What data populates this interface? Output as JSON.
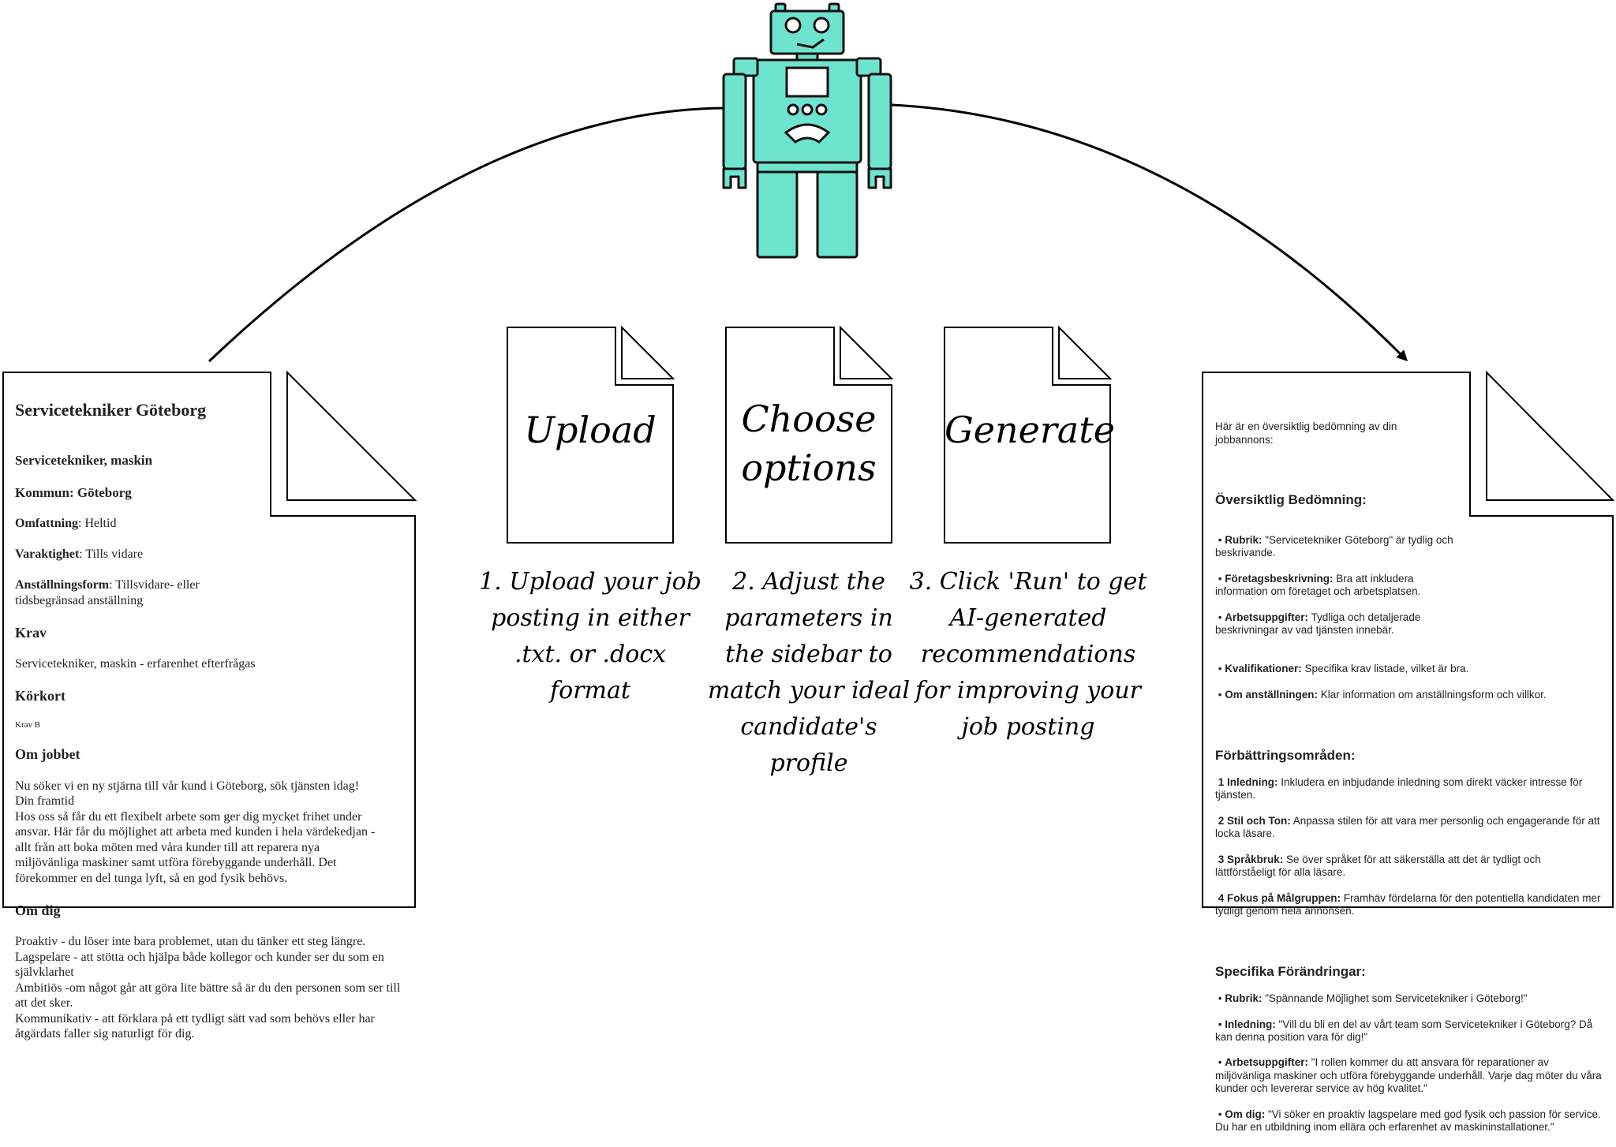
{
  "colors": {
    "robot": "#6EE3CE",
    "stroke": "#000000",
    "paper": "#ffffff"
  },
  "left_doc": {
    "title": "Servicetekniker Göteborg",
    "job_title": "Servicetekniker, maskin",
    "kommun": "Kommun: Göteborg",
    "omfattning_label": "Omfattning",
    "omfattning_value": ": Heltid",
    "varaktighet_label": "Varaktighet",
    "varaktighet_value": ": Tills vidare",
    "anstallningsform_label": "Anställningsform",
    "anstallningsform_value": ": Tillsvidare- eller tidsbegränsad anställning",
    "krav_heading": "Krav",
    "krav_text": "Servicetekniker, maskin -  erfarenhet efterfrågas",
    "korkort_heading": "Körkort",
    "korkort_text": "Krav  B",
    "om_jobbet_heading": "Om jobbet",
    "om_jobbet_text": "Nu söker vi en ny stjärna till vår kund i Göteborg, sök tjänsten idag!\nDin framtid\nHos oss så får du ett flexibelt arbete som ger dig mycket frihet under ansvar. Här får du möjlighet att arbeta med kunden i hela värdekedjan - allt från att boka möten med våra kunder till att reparera nya miljövänliga maskiner samt utföra förebyggande underhåll. Det förekommer en del tunga lyft, så en god fysik behövs.",
    "om_dig_heading": "Om dig",
    "om_dig_text": "Proaktiv - du löser inte bara problemet, utan du tänker ett steg längre.\nLagspelare - att stötta och hjälpa både kollegor och kunder ser du som en självklarhet\nAmbitiös -om något går att göra lite bättre så är du den personen som ser till att det sker.\nKommunikativ - att förklara på ett tydligt sätt vad som behövs eller har åtgärdats faller sig naturligt för dig."
  },
  "steps": [
    {
      "label_line1": "Upload",
      "label_line2": "",
      "description": "1. Upload your job posting in either .txt. or .docx format"
    },
    {
      "label_line1": "Choose",
      "label_line2": "options",
      "description": "2. Adjust the parameters in the sidebar to match your ideal candidate's profile"
    },
    {
      "label_line1": "Generate",
      "label_line2": "",
      "description": "3. Click 'Run' to get AI-generated recommendations for improving your job posting"
    }
  ],
  "right_doc": {
    "intro": "Här är en översiktlig bedömning av din jobbannons:",
    "overview_heading": "Översiktlig Bedömning:",
    "overview_items": [
      {
        "label": "Rubrik:",
        "text": " \"Servicetekniker Göteborg\" är tydlig och beskrivande."
      },
      {
        "label": "Företagsbeskrivning:",
        "text": " Bra att inkludera information om företaget och arbetsplatsen."
      },
      {
        "label": "Arbetsuppgifter:",
        "text": " Tydliga och detaljerade beskrivningar av vad tjänsten innebär."
      },
      {
        "label": "Kvalifikationer:",
        "text": " Specifika krav listade, vilket är bra."
      },
      {
        "label": "Om anställningen:",
        "text": " Klar information om anställningsform och villkor."
      }
    ],
    "improve_heading": "Förbättringsområden:",
    "improve_items": [
      {
        "label": "1 Inledning:",
        "text": " Inkludera en inbjudande inledning som direkt väcker intresse för tjänsten."
      },
      {
        "label": "2 Stil och Ton:",
        "text": " Anpassa stilen för att vara mer personlig och engagerande för att locka läsare."
      },
      {
        "label": "3 Språkbruk:",
        "text": " Se över språket för att säkerställa att det är tydligt och lättförståeligt för alla läsare."
      },
      {
        "label": "4 Fokus på Målgruppen:",
        "text": " Framhäv fördelarna för den potentiella kandidaten mer tydligt genom hela annonsen."
      }
    ],
    "changes_heading": "Specifika Förändringar:",
    "changes_items": [
      {
        "label": "Rubrik:",
        "text": " \"Spännande Möjlighet som Servicetekniker i Göteborg!\""
      },
      {
        "label": "Inledning:",
        "text": " \"Vill du bli en del av vårt team som Servicetekniker i Göteborg? Då kan denna position vara för dig!\""
      },
      {
        "label": "Arbetsuppgifter:",
        "text": " \"I rollen kommer du att ansvara för reparationer av miljövänliga maskiner och utföra förebyggande underhåll. Varje dag möter du våra kunder och levererar service av hög kvalitet.\""
      },
      {
        "label": "Om dig:",
        "text": " \"Vi söker en proaktiv lagspelare med god fysik och passion för service. Du har en utbildning inom ellära och erfarenhet av maskininstallationer.\""
      }
    ]
  }
}
